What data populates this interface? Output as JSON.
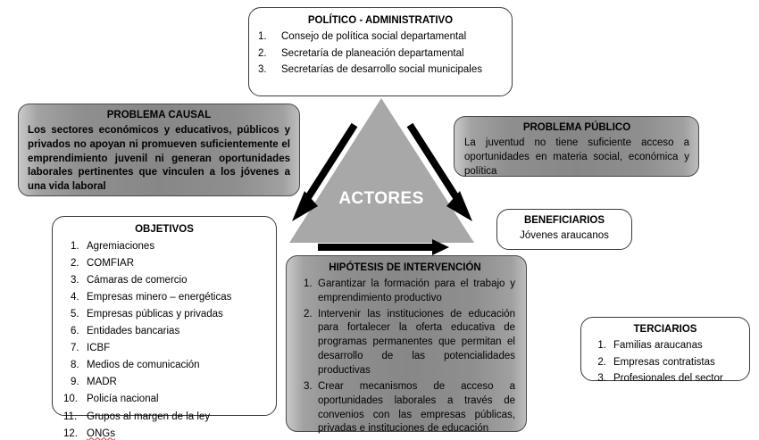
{
  "diagram": {
    "center": {
      "label": "ACTORES",
      "fill_color": "#a8a8a8",
      "text_color": "#ffffff"
    },
    "arrows": [
      {
        "name": "arrow-to-objetivos",
        "direction": "down-left"
      },
      {
        "name": "arrow-to-beneficiarios",
        "direction": "down-right"
      },
      {
        "name": "arrow-to-hipotesis",
        "direction": "right"
      }
    ],
    "boxes": {
      "politico": {
        "title": "POLÍTICO - ADMINISTRATIVO",
        "items": [
          {
            "num": "1.",
            "text": "Consejo de política social departamental"
          },
          {
            "num": "2.",
            "text": "Secretaría de planeación departamental"
          },
          {
            "num": "3.",
            "text": "Secretarías de desarrollo social municipales"
          }
        ]
      },
      "problema_causal": {
        "title": "PROBLEMA CAUSAL",
        "body": "Los sectores económicos y educativos, públicos y privados no apoyan ni promueven suficientemente el emprendimiento  juvenil ni generan oportunidades laborales pertinentes que vinculen a los jóvenes a una vida laboral"
      },
      "problema_publico": {
        "title": "PROBLEMA PÚBLICO",
        "body": "La juventud no tiene suficiente acceso a oportunidades en materia social, económica y política"
      },
      "objetivos": {
        "title": "OBJETIVOS",
        "items": [
          {
            "num": "1.",
            "text": "Agremiaciones"
          },
          {
            "num": "2.",
            "text": "COMFIAR"
          },
          {
            "num": "3.",
            "text": "Cámaras de comercio"
          },
          {
            "num": "4.",
            "text": "Empresas minero – energéticas"
          },
          {
            "num": "5.",
            "text": "Empresas públicas y privadas"
          },
          {
            "num": "6.",
            "text": "Entidades bancarias"
          },
          {
            "num": "7.",
            "text": "ICBF"
          },
          {
            "num": "8.",
            "text": "Medios de comunicación"
          },
          {
            "num": "9.",
            "text": "MADR"
          },
          {
            "num": "10.",
            "text": "Policía nacional"
          },
          {
            "num": "11.",
            "text": "Grupos al margen de la ley"
          },
          {
            "num": "12.",
            "text": "ONGs"
          }
        ]
      },
      "hipotesis": {
        "title": "HIPÓTESIS DE INTERVENCIÓN",
        "items": [
          {
            "num": "1.",
            "text": "Garantizar la formación para el trabajo y emprendimiento productivo"
          },
          {
            "num": "2.",
            "text": "Intervenir las instituciones de educación para fortalecer la oferta educativa de programas permanentes que permitan el desarrollo de las potencialidades productivas"
          },
          {
            "num": "3.",
            "text": "Crear mecanismos de acceso a oportunidades laborales a través de convenios con las empresas públicas, privadas e instituciones de educación"
          }
        ]
      },
      "beneficiarios": {
        "title": "BENEFICIARIOS",
        "body": "Jóvenes araucanos"
      },
      "terciarios": {
        "title": "TERCIARIOS",
        "items": [
          {
            "num": "1.",
            "text": "Familias araucanas"
          },
          {
            "num": "2.",
            "text": "Empresas contratistas"
          },
          {
            "num": "3.",
            "text": "Profesionales del sector"
          }
        ]
      }
    }
  }
}
